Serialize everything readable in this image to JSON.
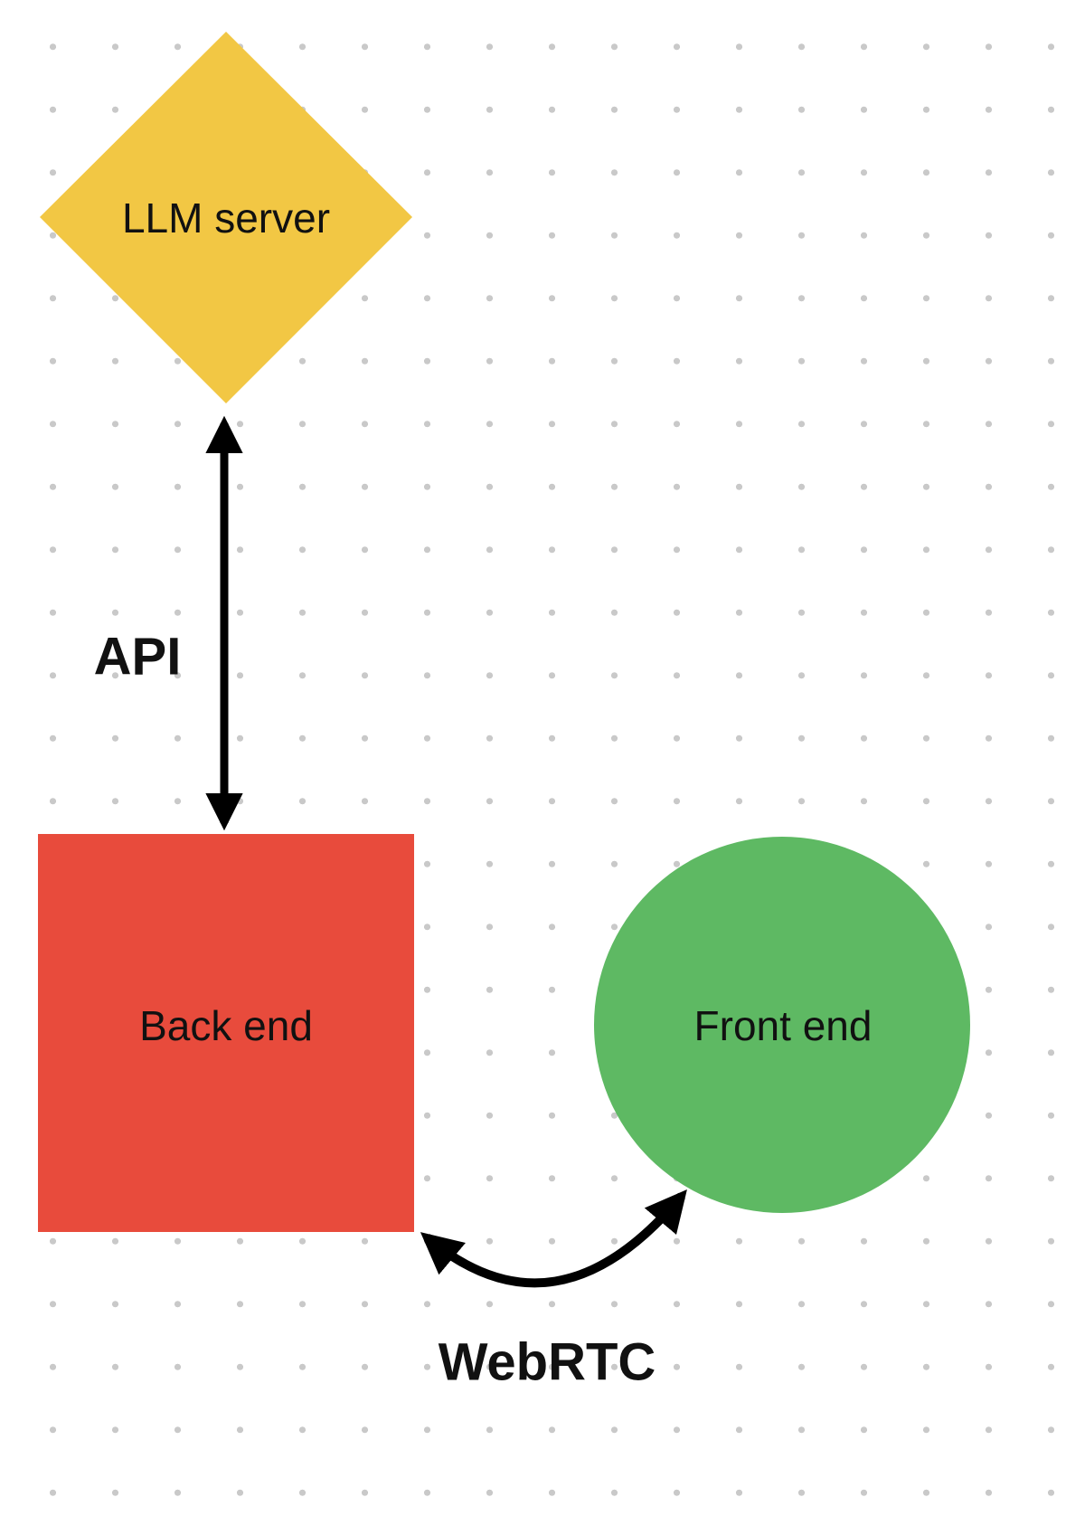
{
  "diagram": {
    "nodes": {
      "llm_server": {
        "label": "LLM server",
        "shape": "diamond",
        "color": "#F2C744"
      },
      "back_end": {
        "label": "Back end",
        "shape": "square",
        "color": "#E84B3C"
      },
      "front_end": {
        "label": "Front end",
        "shape": "circle",
        "color": "#5EB963"
      }
    },
    "edges": {
      "api": {
        "label": "API",
        "style": "double-headed straight arrow",
        "color": "#000000"
      },
      "webrtc": {
        "label": "WebRTC",
        "style": "double-headed curved arrow",
        "color": "#000000"
      }
    },
    "background": {
      "color": "#ffffff",
      "dot_color": "#c9c9c9"
    }
  }
}
